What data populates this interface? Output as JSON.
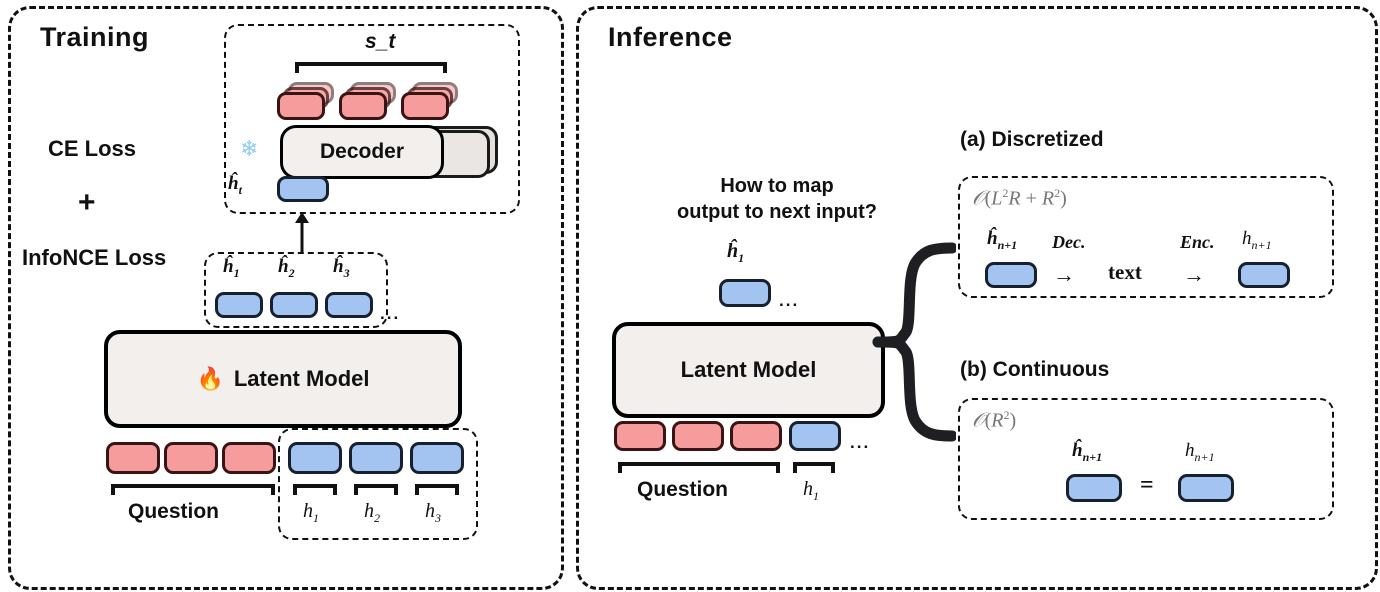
{
  "panels": {
    "training": {
      "title": "Training",
      "loss_lines": [
        "CE Loss",
        "+",
        "InfoNCE Loss"
      ],
      "decoder_box": {
        "span_label": "s_t",
        "frozen_icon": "snowflake-icon",
        "decoder_label": "Decoder",
        "input_label": "ĥ_t",
        "output_tokens": 3
      },
      "hhat_row": {
        "labels": [
          "ĥ1",
          "ĥ2",
          "ĥ3"
        ],
        "ellipsis": "..."
      },
      "model": {
        "icon": "fire-icon",
        "label": "Latent Model"
      },
      "input_row": {
        "red_tokens": 3,
        "blue_tokens": 3,
        "question_label": "Question",
        "h_labels": [
          "h1",
          "h2",
          "h3"
        ]
      }
    },
    "inference": {
      "title": "Inference",
      "question_text_lines": [
        "How to map",
        "output to next input?"
      ],
      "output_label": "ĥ1",
      "output_ellipsis": "...",
      "model": {
        "label": "Latent Model"
      },
      "input_row": {
        "red_tokens": 3,
        "blue_tokens": 1,
        "question_label": "Question",
        "h_label": "h1",
        "ellipsis": "..."
      },
      "options": [
        {
          "heading": "(a) Discretized",
          "complexity": "O(L²R + R²)",
          "complexity_parts": {
            "prefix": "O(",
            "t1": "L",
            "t1sup": "2",
            "t2": "R",
            "op": " + ",
            "t3": "R",
            "t3sup": "2",
            "suffix": ")"
          },
          "left_token_label": "ĥ_{n+1}",
          "step1_label": "Dec.",
          "arrow1": "→",
          "middle_label": "text",
          "step2_label": "Enc.",
          "arrow2": "→",
          "right_token_label": "h_{n+1}"
        },
        {
          "heading": "(b) Continuous",
          "complexity": "O(R²)",
          "complexity_parts": {
            "prefix": "O(",
            "t1": "R",
            "t1sup": "2",
            "suffix": ")"
          },
          "left_token_label": "ĥ_{n+1}",
          "equals": "=",
          "right_token_label": "h_{n+1}"
        }
      ]
    }
  },
  "colors": {
    "blue_token": "#a3c4f0",
    "blue_border": "#17202e",
    "red_token": "#f79c9c",
    "red_border": "#3a1414",
    "model_fill": "#f2efed",
    "stroke": "#111111",
    "complexity_text": "#777777"
  }
}
